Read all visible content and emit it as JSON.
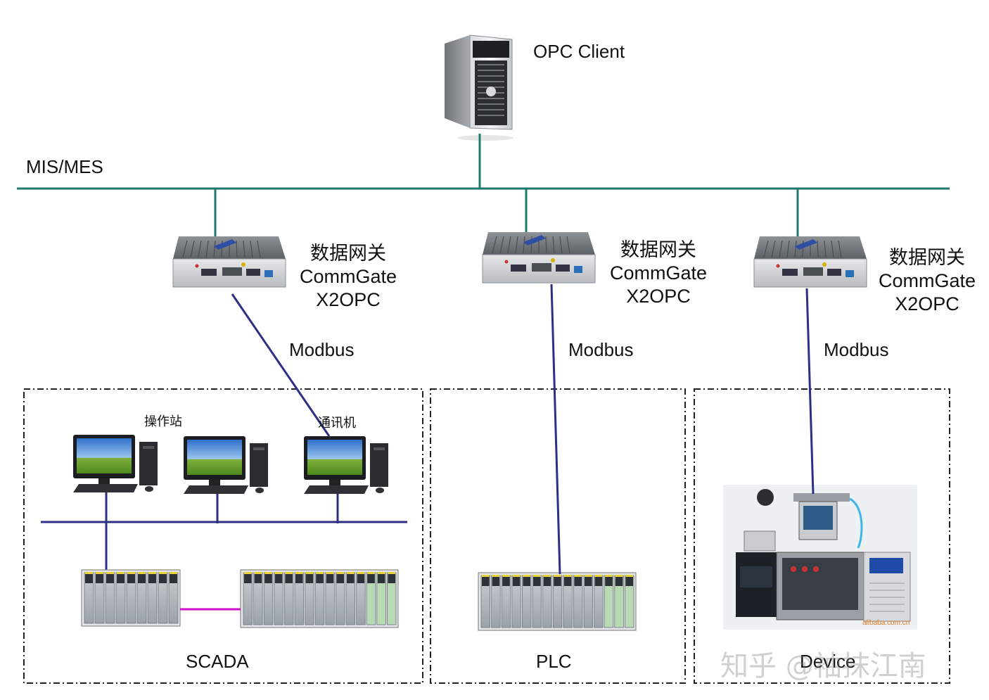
{
  "client": {
    "label": "OPC Client"
  },
  "network": {
    "label": "MIS/MES"
  },
  "gateways": [
    {
      "cn": "数据网关",
      "name": "CommGate",
      "model": "X2OPC",
      "protocol": "Modbus"
    },
    {
      "cn": "数据网关",
      "name": "CommGate",
      "model": "X2OPC",
      "protocol": "Modbus"
    },
    {
      "cn": "数据网关",
      "name": "CommGate",
      "model": "X2OPC",
      "protocol": "Modbus"
    }
  ],
  "zones": {
    "scada": {
      "label": "SCADA",
      "station_label": "操作站",
      "comm_label": "通讯机"
    },
    "plc": {
      "label": "PLC"
    },
    "device": {
      "label": "Device",
      "vendor_text": "alibaba.com.cn"
    }
  },
  "watermark": {
    "text": "知乎 @袖抹江南"
  },
  "colors": {
    "network": "#1f7a6e",
    "modbus": "#2c2f86",
    "link": "#d010c8"
  }
}
